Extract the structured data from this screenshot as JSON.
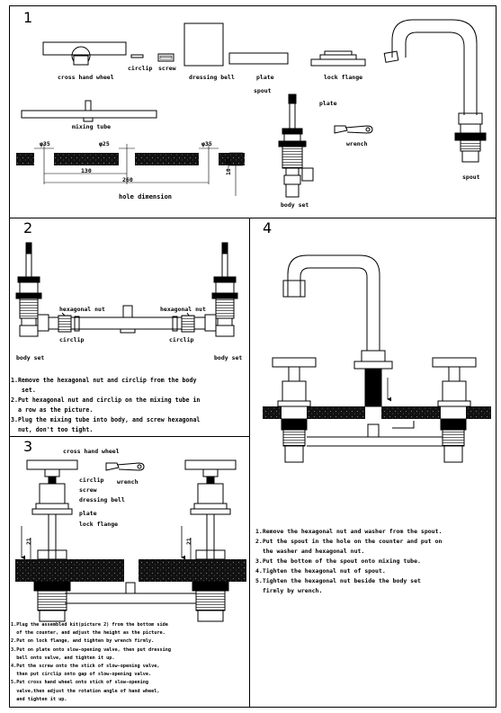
{
  "panel1": {
    "number": "1",
    "labels": {
      "cross_hand_wheel": "cross hand wheel",
      "circlip": "circlip",
      "screw": "screw",
      "dressing_bell": "dressing bell",
      "plate": "plate",
      "lock_flange": "lock flange",
      "spout_top": "spout",
      "plate2": "plate",
      "mixing_tube": "mixing tube",
      "wrench": "wrench",
      "body_set": "body set",
      "spout": "spout",
      "hole_dimension": "hole dimension"
    },
    "dimensions": {
      "d35_left": "φ35",
      "d25": "φ25",
      "d35_right": "φ35",
      "d130": "130",
      "d260": "260",
      "d10_35": "10~35"
    }
  },
  "panel2": {
    "number": "2",
    "labels": {
      "hex_nut_left": "hexagonal nut",
      "hex_nut_right": "hexagonal nut",
      "circlip_left": "circlip",
      "circlip_right": "circlip",
      "body_set_left": "body set",
      "body_set_right": "body set"
    },
    "steps": [
      "1.Remove the hexagonal nut and circlip from the body",
      "   set.",
      "2.Put hexagonal nut and circlip on the mixing tube in",
      "  a row as the picture.",
      "3.Plug the mixing tube into body, and screw hexagonal",
      "  nut, don't too tight."
    ]
  },
  "panel3": {
    "number": "3",
    "labels": {
      "cross_hand_wheel": "cross hand wheel",
      "circlip": "circlip",
      "screw": "screw",
      "dressing_bell": "dressing bell",
      "plate": "plate",
      "lock_flange": "lock flange",
      "wrench": "wrench",
      "dim21_left": "21",
      "dim21_right": "21"
    },
    "steps": [
      "1.Plug the assembled kit(picture 2) from the bottom side",
      "  of the counter, and adjust the height as the picture.",
      "2.Put on lock flange, and tighten by wrench firmly.",
      "3.Put on plate onto slow-opening valve, then put dressing",
      "  bell onto valve, and tighten it up.",
      "4.Put the screw onto the stick of slow-opening valve,",
      "  then put circlip onto gap of slow-opening valve.",
      "5.Put cross hand wheel onto stick of slow-opening",
      "  valve,then adjust the rotation angle of hand wheel,",
      "  and tighten it up."
    ]
  },
  "panel4": {
    "number": "4",
    "steps": [
      "1.Remove the hexagonal nut and washer from the spout.",
      "2.Put the spout in the hole on the counter and put on",
      "  the washer and hexagonal nut.",
      "3.Put the bottom of the spout onto mixing tube.",
      "4.Tighten the hexagonal nut of spout.",
      "5.Tighten the hexagonal nut beside the body set",
      "  firmly by wrench."
    ]
  }
}
